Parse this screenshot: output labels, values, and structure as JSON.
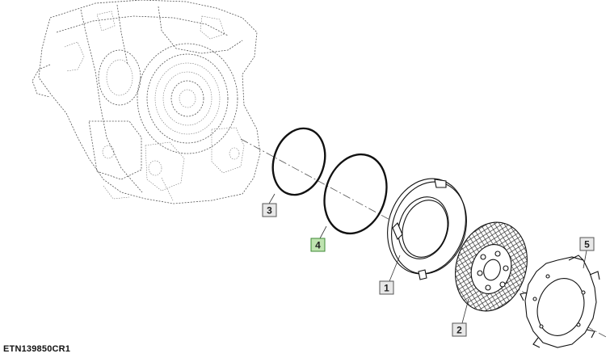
{
  "figure_code": "ETN139850CR1",
  "callouts": [
    {
      "id": "callout-1",
      "label": "1",
      "highlighted": false
    },
    {
      "id": "callout-2",
      "label": "2",
      "highlighted": false
    },
    {
      "id": "callout-3",
      "label": "3",
      "highlighted": false
    },
    {
      "id": "callout-4",
      "label": "4",
      "highlighted": true
    },
    {
      "id": "callout-5",
      "label": "5",
      "highlighted": false
    }
  ],
  "colors": {
    "highlight_fill": "#bfe3b0",
    "highlight_stroke": "#3c8a34",
    "callout_fill": "#e8e8e8",
    "line": "#111111"
  }
}
